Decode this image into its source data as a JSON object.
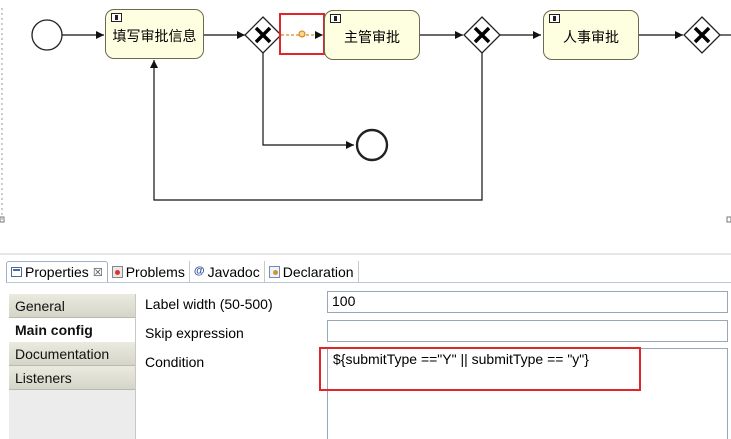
{
  "diagram": {
    "tasks": [
      {
        "label": "填写审批信息"
      },
      {
        "label": "主管审批"
      },
      {
        "label": "人事审批"
      }
    ]
  },
  "panel": {
    "tabs": [
      {
        "label": "Properties",
        "icon": "properties-icon",
        "active": true,
        "close": "☒"
      },
      {
        "label": "Problems",
        "icon": "problems-icon"
      },
      {
        "label": "Javadoc",
        "icon": "javadoc-icon",
        "glyph": "@"
      },
      {
        "label": "Declaration",
        "icon": "declaration-icon"
      }
    ],
    "sidenav": [
      "General",
      "Main config",
      "Documentation",
      "Listeners"
    ],
    "fields": {
      "label_width": {
        "label": "Label width (50-500)",
        "value": "100"
      },
      "skip_expression": {
        "label": "Skip expression",
        "value": ""
      },
      "condition": {
        "label": "Condition",
        "value": "${submitType ==\"Y\" || submitType == \"y\"}"
      }
    }
  },
  "colors": {
    "highlight": "#e0262b",
    "task_fill": "#fefee0",
    "flow_selected": "#e08a2b"
  }
}
